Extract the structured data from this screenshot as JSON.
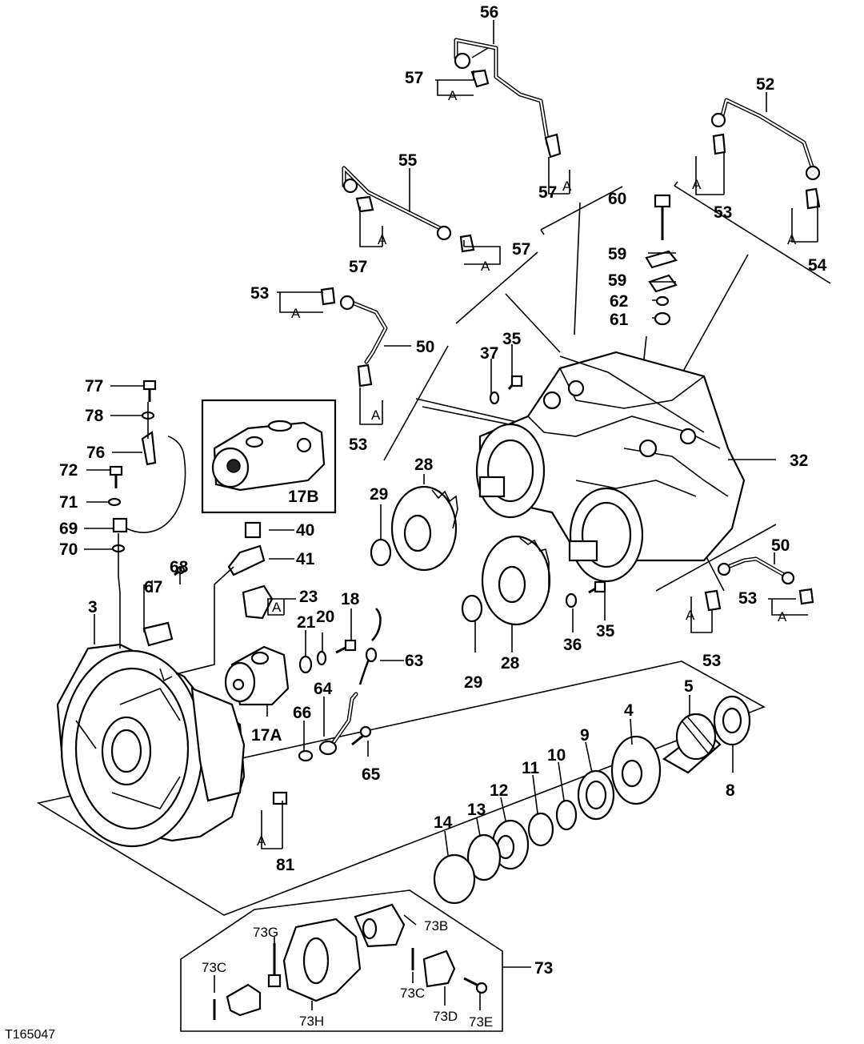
{
  "figure_id": "T165047",
  "callouts": {
    "c56": "56",
    "c57a": "57",
    "c57b": "57",
    "c57c": "57",
    "c57d": "57",
    "c52": "52",
    "c53a": "53",
    "c53b": "53",
    "c53c": "53",
    "c53d": "53",
    "c53e": "53",
    "c54": "54",
    "c55": "55",
    "c60": "60",
    "c59a": "59",
    "c59b": "59",
    "c62": "62",
    "c61": "61",
    "c50a": "50",
    "c50b": "50",
    "c35a": "35",
    "c35b": "35",
    "c37": "37",
    "c32": "32",
    "c77": "77",
    "c78": "78",
    "c76": "76",
    "c72": "72",
    "c71": "71",
    "c69": "69",
    "c70": "70",
    "c17b": "17B",
    "c28a": "28",
    "c28b": "28",
    "c29a": "29",
    "c29b": "29",
    "c40": "40",
    "c41": "41",
    "c68": "68",
    "c67": "67",
    "c3": "3",
    "c23": "23",
    "c18": "18",
    "c21": "21",
    "c20": "20",
    "c63": "63",
    "c36": "36",
    "c17a": "17A",
    "c64": "64",
    "c66": "66",
    "c65": "65",
    "c5": "5",
    "c4": "4",
    "c9": "9",
    "c10": "10",
    "c11": "11",
    "c12": "12",
    "c13": "13",
    "c14": "14",
    "c8": "8",
    "c81": "81",
    "c73": "73",
    "c73b": "73B",
    "c73g": "73G",
    "c73c1": "73C",
    "c73c2": "73C",
    "c73h": "73H",
    "c73d": "73D",
    "c73e": "73E"
  },
  "detail_letter": "A"
}
